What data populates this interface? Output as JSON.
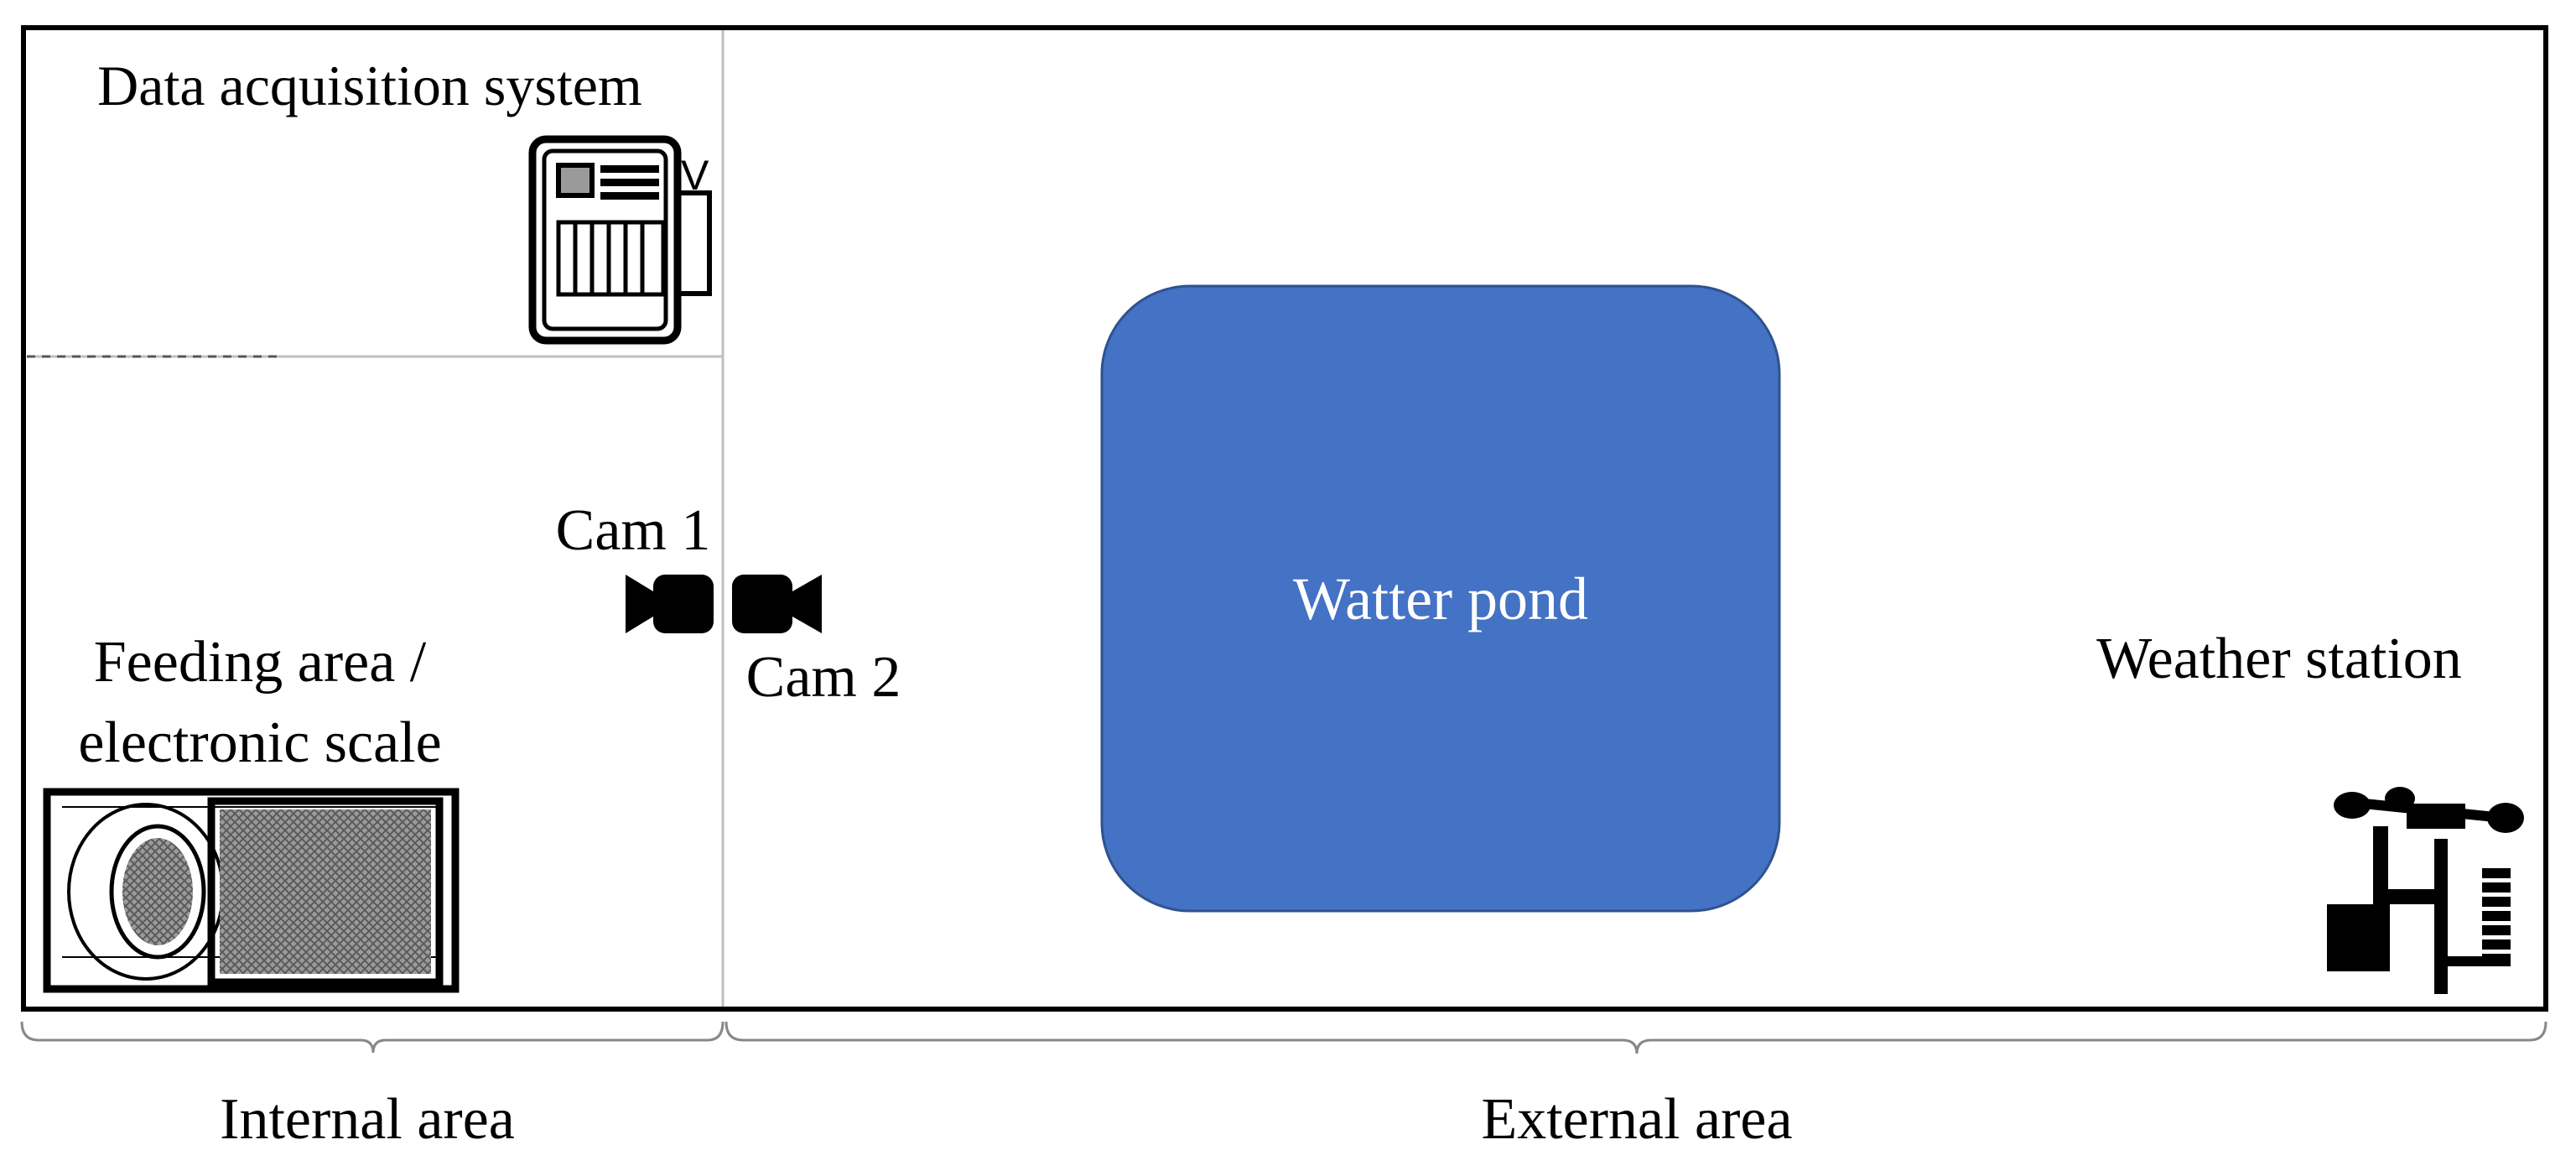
{
  "labels": {
    "data_acquisition": "Data acquisition system",
    "cam1": "Cam 1",
    "cam2": "Cam 2",
    "pond": "Watter pond",
    "feeding_line1": "Feeding area /",
    "feeding_line2": "electronic scale",
    "weather": "Weather station",
    "internal": "Internal area",
    "external": "External area",
    "device_letter": "V"
  },
  "colors": {
    "pond_fill": "#4472C4",
    "pond_stroke": "#2F528F",
    "pond_text": "#FFFFFF",
    "frame": "#000000",
    "divider": "#BFBFBF",
    "mesh": "#8C8C8C"
  },
  "icons": {
    "acquisition": "data-logger-icon",
    "camera": "video-camera-icon",
    "scale": "feeding-scale-icon",
    "weather": "weather-station-icon"
  }
}
